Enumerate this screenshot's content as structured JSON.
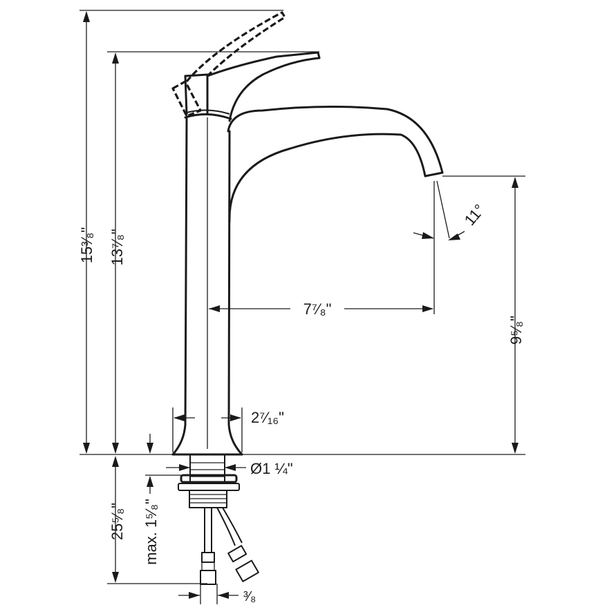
{
  "dimensions": {
    "overall_height": "15³⁄₈\"",
    "handle_height": "13⁷⁄₈\"",
    "spout_height": "9⁵⁄₈\"",
    "spout_reach": "7⁷⁄₈\"",
    "base_width": "2⁷⁄₁₆\"",
    "spout_angle": "11°",
    "shank_diameter": "Ø1 ¼\"",
    "hose_length": "25⁵⁄₈\"",
    "max_counter_thickness": "max. 1⁵⁄₈\"",
    "connection_size": "³⁄₈"
  }
}
